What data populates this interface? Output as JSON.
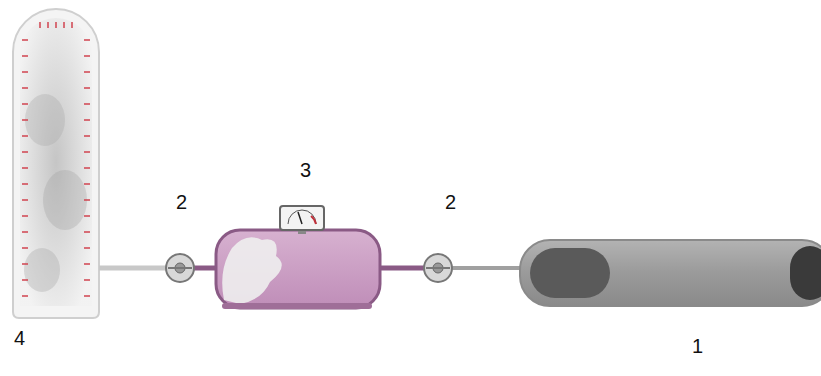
{
  "diagram": {
    "labels": [
      "3",
      "2",
      "2",
      "4",
      "1"
    ]
  }
}
